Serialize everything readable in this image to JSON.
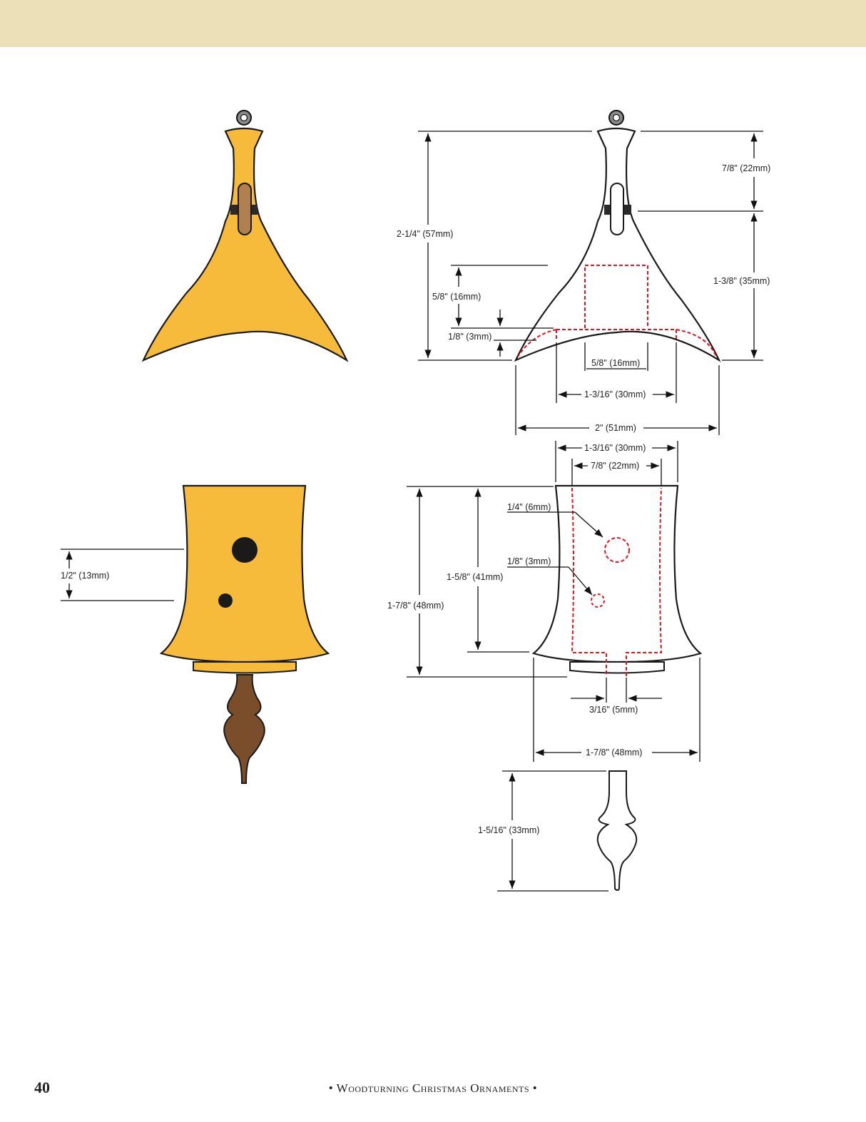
{
  "page": {
    "number": "40",
    "running_title": "• Woodturning Christmas Ornaments •"
  },
  "colors": {
    "band": "#ebe0b8",
    "wood_yellow": "#f6bb3a",
    "wood_brown": "#7a4e2a",
    "tenon": "#b0814f",
    "outline": "#1a1a1a",
    "hidden_line": "#e0161e"
  },
  "dims": {
    "top_height_total": "2-1/4\" (57mm)",
    "top_neck": "7/8\" (22mm)",
    "top_flare": "1-3/8\" (35mm)",
    "hollow_depth": "5/8\" (16mm)",
    "rim_thickness": "1/8\" (3mm)",
    "hole_diameter": "5/8\" (16mm)",
    "inner_width": "1-3/16\" (30mm)",
    "top_width": "2\" (51mm)",
    "body_top_outer": "1-3/16\" (30mm)",
    "body_top_inner": "7/8\" (22mm)",
    "hole_large": "1/4\" (6mm)",
    "hole_small": "1/8\" (3mm)",
    "hole_spacing": "1/2\" (13mm)",
    "inner_depth": "1-5/8\" (41mm)",
    "body_height": "1-7/8\" (48mm)",
    "tenon_width": "3/16\" (5mm)",
    "body_width": "1-7/8\" (48mm)",
    "finial_height": "1-5/16\" (33mm)"
  }
}
